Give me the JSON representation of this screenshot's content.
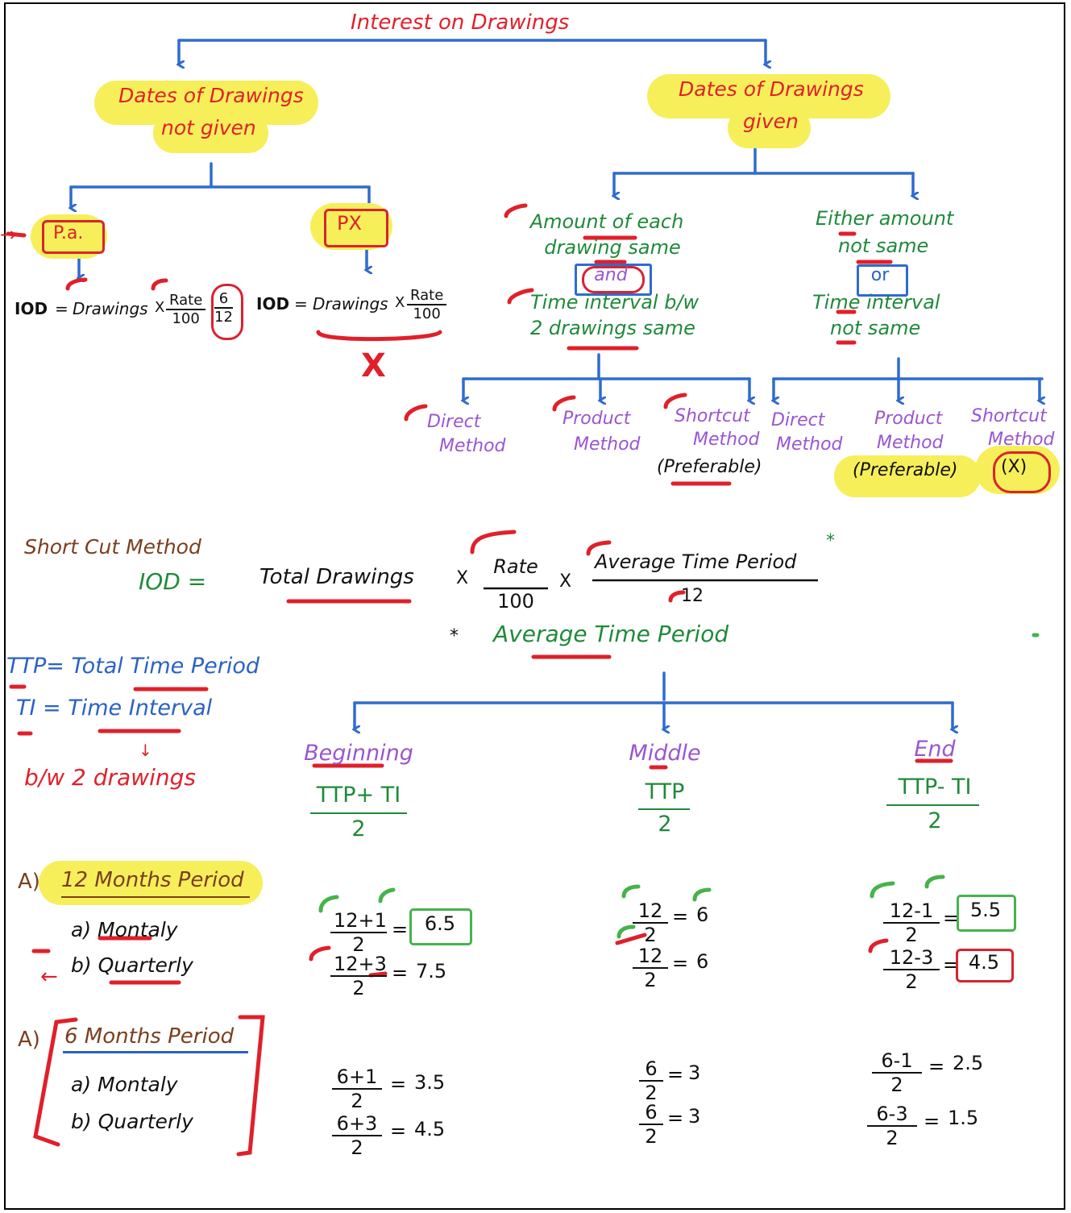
{
  "title": "Interest on Drawings",
  "branches": {
    "left": {
      "line1": "Dates of Drawings",
      "line2": "not given"
    },
    "right": {
      "line1": "Dates of Drawings",
      "line2": "given"
    }
  },
  "pa_nodes": {
    "pa": "P.a.",
    "px": "PX"
  },
  "formulas": {
    "iod_label": "IOD",
    "lhs_eq": "=",
    "drawings": "Drawings",
    "times": "X",
    "rate": "Rate",
    "hundred": "100",
    "six": "6",
    "twelve": "12",
    "cross": "X"
  },
  "conditions": {
    "same": {
      "line1": "Amount of each",
      "line2": "drawing same",
      "connector": "and",
      "line3": "Time interval b/w",
      "line4": "2 drawings same"
    },
    "not_same": {
      "line1": "Either amount",
      "line2": "not same",
      "connector": "or",
      "line3": "Time interval",
      "line4": "not same"
    }
  },
  "methods": {
    "left": [
      {
        "l1": "Direct",
        "l2": "Method",
        "note": ""
      },
      {
        "l1": "Product",
        "l2": "Method",
        "note": ""
      },
      {
        "l1": "Shortcut",
        "l2": "Method",
        "note": "(Preferable)"
      }
    ],
    "right": [
      {
        "l1": "Direct",
        "l2": "Method",
        "note": ""
      },
      {
        "l1": "Product",
        "l2": "Method",
        "note": "(Preferable)"
      },
      {
        "l1": "Shortcut",
        "l2": "Method",
        "note": "(X)"
      }
    ]
  },
  "shortcut": {
    "heading": "Short Cut Method",
    "iod": "IOD =",
    "total": "Total Drawings",
    "x": "X",
    "rate": "Rate",
    "hundred": "100",
    "atp": "Average Time Period",
    "twelve": "12",
    "star": "*",
    "atp_heading": "Average Time Period"
  },
  "legend": {
    "ttp": "TTP= Total Time Period",
    "ti": "TI = Time Interval",
    "arrow": "↓",
    "bw": "b/w 2 drawings"
  },
  "timing": [
    {
      "label": "Beginning",
      "num": "TTP+ TI",
      "den": "2"
    },
    {
      "label": "Middle",
      "num": "TTP",
      "den": "2"
    },
    {
      "label": "End",
      "num": "TTP- TI",
      "den": "2"
    }
  ],
  "period12": {
    "heading": "A)",
    "title": "12 Months Period",
    "a": "a) Montaly",
    "b": "b) Quarterly",
    "rows": [
      [
        {
          "num": "12+1",
          "den": "2",
          "res": "6.5"
        },
        {
          "num": "12",
          "den": "2",
          "res": "6"
        },
        {
          "num": "12-1",
          "den": "2",
          "res": "5.5"
        }
      ],
      [
        {
          "num": "12+3",
          "den": "2",
          "res": "7.5"
        },
        {
          "num": "12",
          "den": "2",
          "res": "6"
        },
        {
          "num": "12-3",
          "den": "2",
          "res": "4.5"
        }
      ]
    ]
  },
  "period6": {
    "heading": "A)",
    "title": "6 Months Period",
    "a": "a) Montaly",
    "b": "b) Quarterly",
    "rows": [
      [
        {
          "num": "6+1",
          "den": "2",
          "res": "3.5"
        },
        {
          "num": "6",
          "den": "2",
          "res": "3"
        },
        {
          "num": "6-1",
          "den": "2",
          "res": "2.5"
        }
      ],
      [
        {
          "num": "6+3",
          "den": "2",
          "res": "4.5"
        },
        {
          "num": "6",
          "den": "2",
          "res": "3"
        },
        {
          "num": "6-3",
          "den": "2",
          "res": "1.5"
        }
      ]
    ]
  },
  "colors": {
    "title": "#e0202a",
    "connector": "#2a62c4",
    "condition": "#1f8a3a",
    "method": "#9a55cf",
    "highlight": "#f6ef5a"
  }
}
